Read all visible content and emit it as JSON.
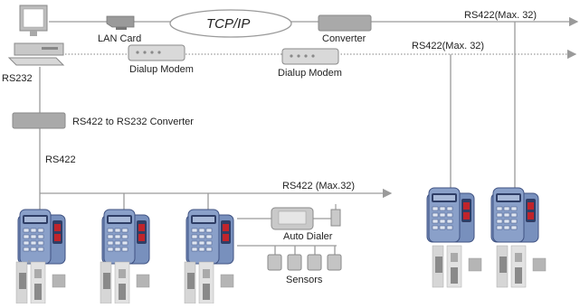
{
  "labels": {
    "lan_card": "LAN Card",
    "tcpip": "TCP/IP",
    "converter": "Converter",
    "rs422_top": "RS422(Max. 32)",
    "rs422_second": "RS422(Max. 32)",
    "dialup_modem_left": "Dialup Modem",
    "dialup_modem_right": "Dialup Modem",
    "rs232": "RS232",
    "rs422_to_rs232": "RS422 to RS232 Converter",
    "rs422_vertical": "RS422",
    "rs422_bus": "RS422 (Max.32)",
    "auto_dialer": "Auto Dialer",
    "sensors": "Sensors"
  },
  "colors": {
    "line": "#9a9a9a",
    "device_body": "#6f86b0",
    "device_dark": "#2f3e66",
    "device_light": "#c9d3e6",
    "box_gray": "#b5b5b5",
    "box_dark": "#8a8a8a",
    "accent_red": "#c0242b"
  }
}
